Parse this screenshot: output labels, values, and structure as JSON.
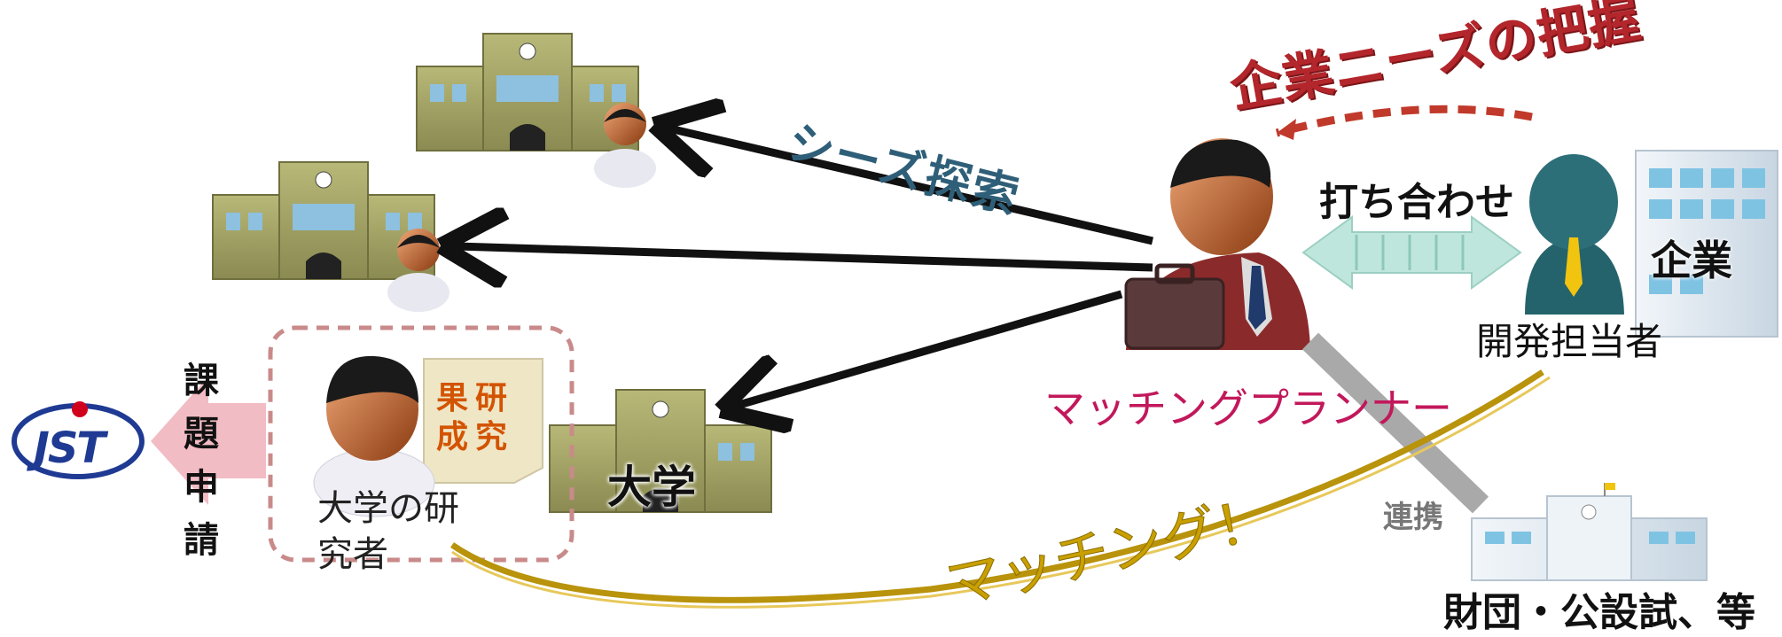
{
  "labels": {
    "seeds_search": "シーズ探索",
    "needs_grasp": "企業ニーズの把握",
    "meeting": "打ち合わせ",
    "company": "企業",
    "developer": "開発担当者",
    "planner": "マッチングプランナー",
    "collaboration": "連携",
    "foundation": "財団・公設試、等",
    "matching": "マッチング！",
    "university": "大学",
    "researcher": "大学の研究者",
    "research_results": "研究成果",
    "application": "課題申請",
    "jst": "JST"
  },
  "colors": {
    "seeds_text": "#2f5f78",
    "needs_text": "#b3262b",
    "planner_text": "#c2185b",
    "matching_text": "#c9a000",
    "building": "#9a9a60",
    "jst_blue": "#1f3a93"
  }
}
